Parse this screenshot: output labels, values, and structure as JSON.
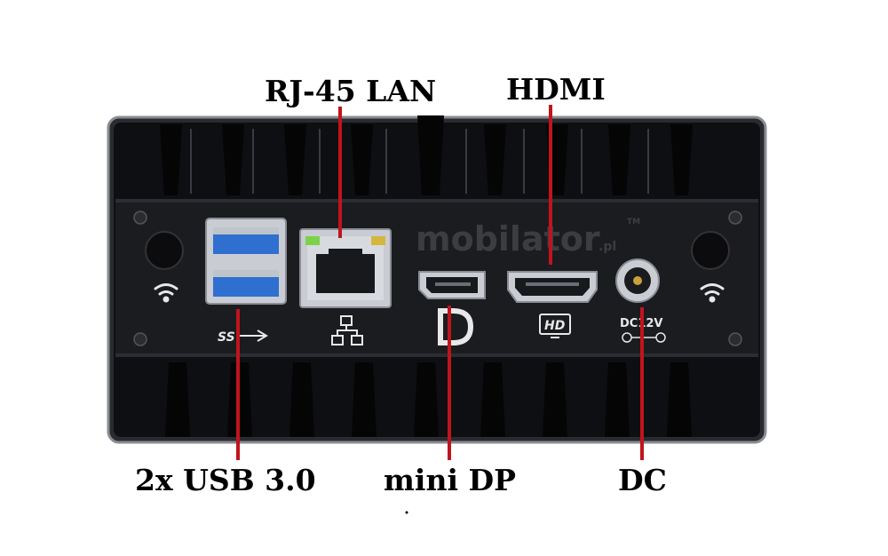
{
  "labels": {
    "rj45": "RJ-45 LAN",
    "hdmi": "HDMI",
    "usb": "2x USB 3.0",
    "minidp": "mini DP",
    "dc": "DC"
  },
  "device": {
    "watermark": "mobilator",
    "watermark_suffix": ".pl",
    "trademark": "TM",
    "usb_mark": "SS",
    "hd_mark": "HD",
    "dc_mark": "DC12V"
  },
  "colors": {
    "pointer": "#c0141c",
    "chassis": "#16171b",
    "port_blue": "#2f6fd0"
  }
}
